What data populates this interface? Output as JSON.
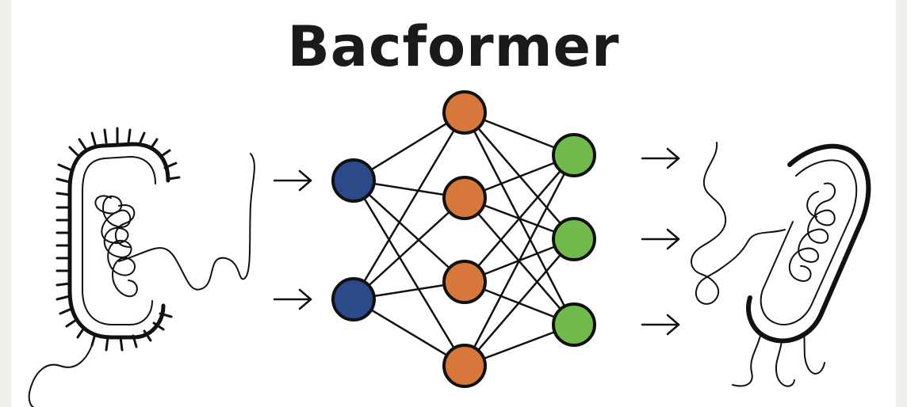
{
  "title": "Bacformer",
  "network": {
    "layers": [
      {
        "role": "input",
        "nodes": 2,
        "color": "#2a4a8a"
      },
      {
        "role": "hidden",
        "nodes": 4,
        "color": "#d8773c"
      },
      {
        "role": "output",
        "nodes": 3,
        "color": "#72b94e"
      }
    ],
    "edge_color": "#111111",
    "node_stroke": "#111111"
  },
  "arrows": {
    "in_count": 2,
    "out_count": 3,
    "glyph": "right-arrow-icon"
  },
  "illustrations": {
    "left": "bacterium-with-pili-icon",
    "right": "bacterium-with-flagella-icon"
  }
}
